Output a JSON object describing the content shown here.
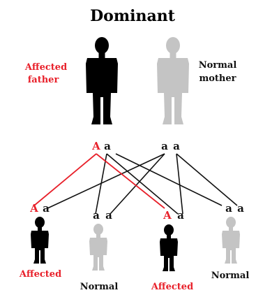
{
  "title": "Dominant",
  "parents": {
    "father": {
      "label_line1": "Affected",
      "label_line2": "father",
      "allele_1": "A",
      "allele_2": "a"
    },
    "mother": {
      "label_line1": "Normal",
      "label_line2": "mother",
      "allele_1": "a",
      "allele_2": "a"
    }
  },
  "children": [
    {
      "allele_1": "A",
      "allele_2": "a",
      "label": "Affected",
      "status": "affected"
    },
    {
      "allele_1": "a",
      "allele_2": "a",
      "label": "Normal",
      "status": "normal"
    },
    {
      "allele_1": "A",
      "allele_2": "a",
      "label": "Affected",
      "status": "affected"
    },
    {
      "allele_1": "a",
      "allele_2": "a",
      "label": "Normal",
      "status": "normal"
    }
  ],
  "colors": {
    "affected_figure": "#000000",
    "normal_figure": "#c4c4c4",
    "affected_text": "#e8202a",
    "normal_text": "#111111",
    "dominant_allele": "#e8202a",
    "recessive_allele": "#111111",
    "dominant_line": "#e8202a",
    "recessive_line": "#111111"
  }
}
